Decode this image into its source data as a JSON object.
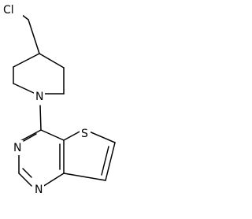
{
  "molecule": {
    "atoms": {
      "chlorine": "Cl",
      "piperidine_nitrogen": "N",
      "thiophene_sulfur": "S",
      "pyrimidine_nitrogen_upper": "N",
      "pyrimidine_nitrogen_lower": "N"
    }
  },
  "colors": {
    "bond": "#000000",
    "label": "#000000",
    "background": "#ffffff"
  }
}
